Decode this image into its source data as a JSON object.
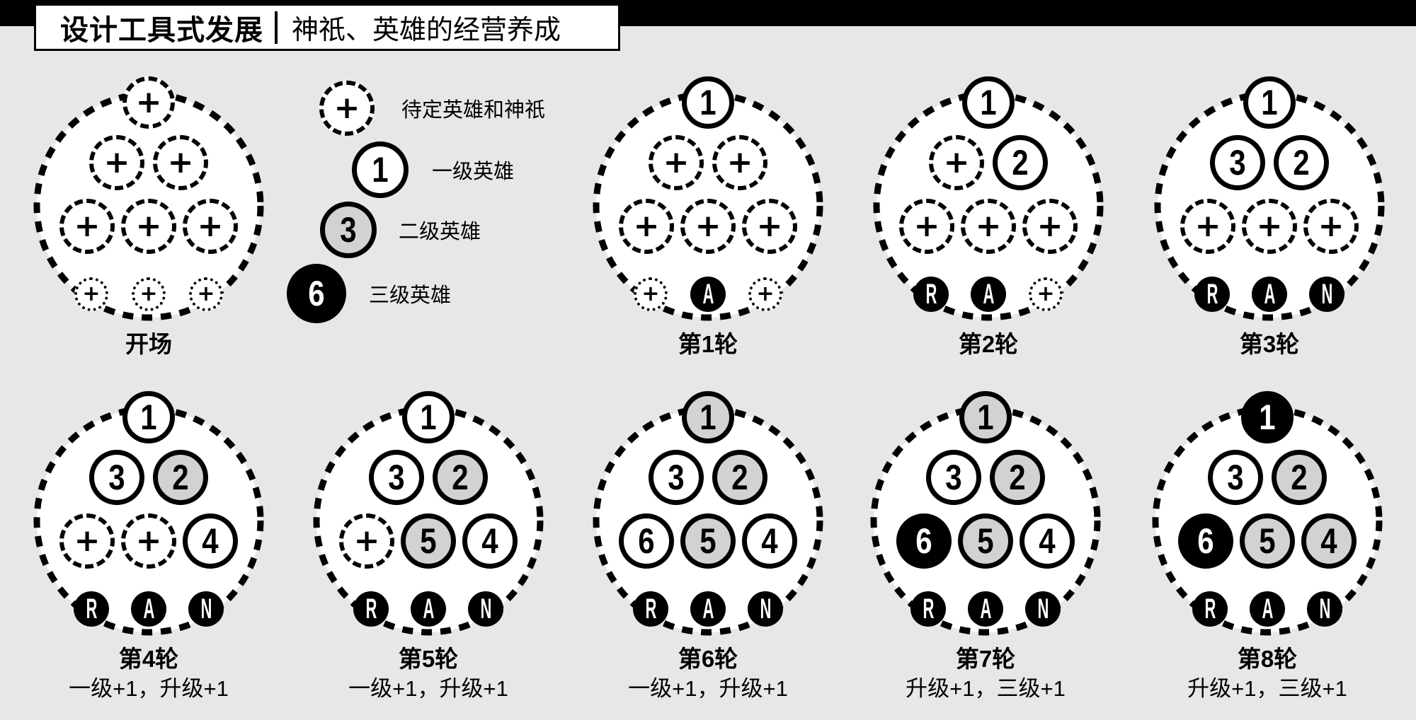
{
  "title": {
    "primary": "设计工具式发展",
    "secondary": "神祇、英雄的经营养成"
  },
  "colors": {
    "background": "#e7e7e7",
    "upgraded_gray": "#d2d2d2",
    "ink": "#000000",
    "paper": "#ffffff"
  },
  "legend": {
    "items": [
      {
        "type": "pending",
        "symbol": "+",
        "label": "待定英雄和神祇"
      },
      {
        "type": "level1",
        "symbol": "1",
        "label": "一级英雄"
      },
      {
        "type": "level2",
        "symbol": "3",
        "label": "二级英雄"
      },
      {
        "type": "level3",
        "symbol": "6",
        "label": "三级英雄"
      }
    ]
  },
  "boards": [
    {
      "id": "opening",
      "label": "开场",
      "subtitle": "",
      "slots": [
        {
          "pos": "top",
          "type": "pending",
          "text": "+"
        },
        {
          "pos": "r2l",
          "type": "pending",
          "text": "+"
        },
        {
          "pos": "r2r",
          "type": "pending",
          "text": "+"
        },
        {
          "pos": "r3l",
          "type": "pending",
          "text": "+"
        },
        {
          "pos": "r3m",
          "type": "pending",
          "text": "+"
        },
        {
          "pos": "r3r",
          "type": "pending",
          "text": "+"
        },
        {
          "pos": "b1",
          "type": "pending-small",
          "text": "+"
        },
        {
          "pos": "b2",
          "type": "pending-small",
          "text": "+"
        },
        {
          "pos": "b3",
          "type": "pending-small",
          "text": "+"
        }
      ]
    },
    {
      "id": "round-1",
      "label": "第1轮",
      "subtitle": "",
      "slots": [
        {
          "pos": "top",
          "type": "level1",
          "text": "1"
        },
        {
          "pos": "r2l",
          "type": "pending",
          "text": "+"
        },
        {
          "pos": "r2r",
          "type": "pending",
          "text": "+"
        },
        {
          "pos": "r3l",
          "type": "pending",
          "text": "+"
        },
        {
          "pos": "r3m",
          "type": "pending",
          "text": "+"
        },
        {
          "pos": "r3r",
          "type": "pending",
          "text": "+"
        },
        {
          "pos": "b1",
          "type": "pending-small",
          "text": "+"
        },
        {
          "pos": "b2",
          "type": "letter",
          "text": "A"
        },
        {
          "pos": "b3",
          "type": "pending-small",
          "text": "+"
        }
      ]
    },
    {
      "id": "round-2",
      "label": "第2轮",
      "subtitle": "",
      "slots": [
        {
          "pos": "top",
          "type": "level1",
          "text": "1"
        },
        {
          "pos": "r2l",
          "type": "pending",
          "text": "+"
        },
        {
          "pos": "r2r",
          "type": "level1",
          "text": "2"
        },
        {
          "pos": "r3l",
          "type": "pending",
          "text": "+"
        },
        {
          "pos": "r3m",
          "type": "pending",
          "text": "+"
        },
        {
          "pos": "r3r",
          "type": "pending",
          "text": "+"
        },
        {
          "pos": "b1",
          "type": "letter",
          "text": "R"
        },
        {
          "pos": "b2",
          "type": "letter",
          "text": "A"
        },
        {
          "pos": "b3",
          "type": "pending-small",
          "text": "+"
        }
      ]
    },
    {
      "id": "round-3",
      "label": "第3轮",
      "subtitle": "",
      "slots": [
        {
          "pos": "top",
          "type": "level1",
          "text": "1"
        },
        {
          "pos": "r2l",
          "type": "level1",
          "text": "3"
        },
        {
          "pos": "r2r",
          "type": "level1",
          "text": "2"
        },
        {
          "pos": "r3l",
          "type": "pending",
          "text": "+"
        },
        {
          "pos": "r3m",
          "type": "pending",
          "text": "+"
        },
        {
          "pos": "r3r",
          "type": "pending",
          "text": "+"
        },
        {
          "pos": "b1",
          "type": "letter",
          "text": "R"
        },
        {
          "pos": "b2",
          "type": "letter",
          "text": "A"
        },
        {
          "pos": "b3",
          "type": "letter",
          "text": "N"
        }
      ]
    },
    {
      "id": "round-4",
      "label": "第4轮",
      "subtitle": "一级+1，升级+1",
      "slots": [
        {
          "pos": "top",
          "type": "level1",
          "text": "1"
        },
        {
          "pos": "r2l",
          "type": "level1",
          "text": "3"
        },
        {
          "pos": "r2r",
          "type": "level2",
          "text": "2"
        },
        {
          "pos": "r3l",
          "type": "pending",
          "text": "+"
        },
        {
          "pos": "r3m",
          "type": "pending",
          "text": "+"
        },
        {
          "pos": "r3r",
          "type": "level1",
          "text": "4"
        },
        {
          "pos": "b1",
          "type": "letter",
          "text": "R"
        },
        {
          "pos": "b2",
          "type": "letter",
          "text": "A"
        },
        {
          "pos": "b3",
          "type": "letter",
          "text": "N"
        }
      ]
    },
    {
      "id": "round-5",
      "label": "第5轮",
      "subtitle": "一级+1，升级+1",
      "slots": [
        {
          "pos": "top",
          "type": "level1",
          "text": "1"
        },
        {
          "pos": "r2l",
          "type": "level1",
          "text": "3"
        },
        {
          "pos": "r2r",
          "type": "level2",
          "text": "2"
        },
        {
          "pos": "r3l",
          "type": "pending",
          "text": "+"
        },
        {
          "pos": "r3m",
          "type": "level2",
          "text": "5"
        },
        {
          "pos": "r3r",
          "type": "level1",
          "text": "4"
        },
        {
          "pos": "b1",
          "type": "letter",
          "text": "R"
        },
        {
          "pos": "b2",
          "type": "letter",
          "text": "A"
        },
        {
          "pos": "b3",
          "type": "letter",
          "text": "N"
        }
      ]
    },
    {
      "id": "round-6",
      "label": "第6轮",
      "subtitle": "一级+1，升级+1",
      "slots": [
        {
          "pos": "top",
          "type": "level2",
          "text": "1"
        },
        {
          "pos": "r2l",
          "type": "level1",
          "text": "3"
        },
        {
          "pos": "r2r",
          "type": "level2",
          "text": "2"
        },
        {
          "pos": "r3l",
          "type": "level1",
          "text": "6"
        },
        {
          "pos": "r3m",
          "type": "level2",
          "text": "5"
        },
        {
          "pos": "r3r",
          "type": "level1",
          "text": "4"
        },
        {
          "pos": "b1",
          "type": "letter",
          "text": "R"
        },
        {
          "pos": "b2",
          "type": "letter",
          "text": "A"
        },
        {
          "pos": "b3",
          "type": "letter",
          "text": "N"
        }
      ]
    },
    {
      "id": "round-7",
      "label": "第7轮",
      "subtitle": "升级+1，三级+1",
      "slots": [
        {
          "pos": "top",
          "type": "level2",
          "text": "1"
        },
        {
          "pos": "r2l",
          "type": "level1",
          "text": "3"
        },
        {
          "pos": "r2r",
          "type": "level2",
          "text": "2"
        },
        {
          "pos": "r3l",
          "type": "level3",
          "text": "6"
        },
        {
          "pos": "r3m",
          "type": "level2",
          "text": "5"
        },
        {
          "pos": "r3r",
          "type": "level1",
          "text": "4"
        },
        {
          "pos": "b1",
          "type": "letter",
          "text": "R"
        },
        {
          "pos": "b2",
          "type": "letter",
          "text": "A"
        },
        {
          "pos": "b3",
          "type": "letter",
          "text": "N"
        }
      ]
    },
    {
      "id": "round-8",
      "label": "第8轮",
      "subtitle": "升级+1，三级+1",
      "slots": [
        {
          "pos": "top",
          "type": "level3",
          "text": "1"
        },
        {
          "pos": "r2l",
          "type": "level1",
          "text": "3"
        },
        {
          "pos": "r2r",
          "type": "level2",
          "text": "2"
        },
        {
          "pos": "r3l",
          "type": "level3",
          "text": "6"
        },
        {
          "pos": "r3m",
          "type": "level2",
          "text": "5"
        },
        {
          "pos": "r3r",
          "type": "level2",
          "text": "4"
        },
        {
          "pos": "b1",
          "type": "letter",
          "text": "R"
        },
        {
          "pos": "b2",
          "type": "letter",
          "text": "A"
        },
        {
          "pos": "b3",
          "type": "letter",
          "text": "N"
        }
      ]
    }
  ]
}
